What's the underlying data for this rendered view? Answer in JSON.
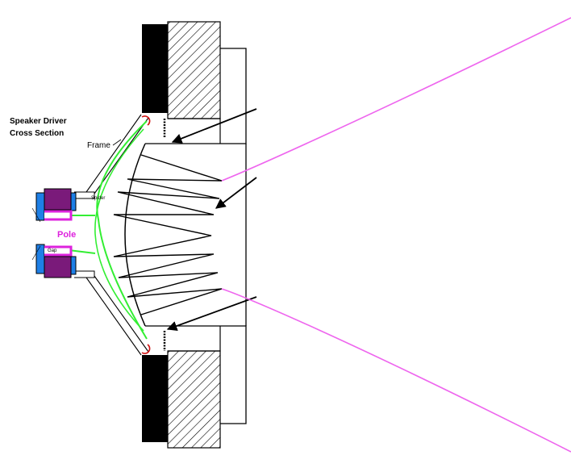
{
  "title_line1": "Speaker Driver",
  "title_line2": "Cross Section",
  "labels": {
    "frame": "Frame",
    "spider": "Spider",
    "pole": "Pole",
    "gap": "Gap"
  },
  "colors": {
    "green": "#33ee33",
    "magenta": "#dd22dd",
    "beam": "#ee66ee",
    "purple": "#7a1a7a",
    "blue": "#1e7fe6",
    "black": "#000000"
  }
}
